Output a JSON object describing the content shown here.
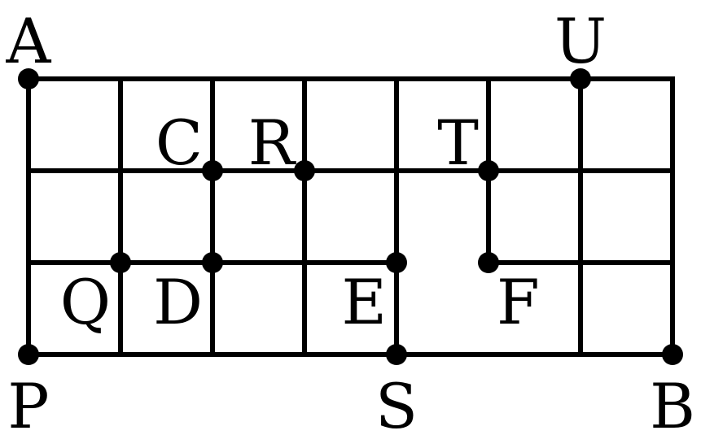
{
  "diagram": {
    "grid": {
      "cols": 7,
      "rows": 3
    },
    "segments": [
      {
        "from": [
          0,
          0
        ],
        "to": [
          7,
          0
        ]
      },
      {
        "from": [
          0,
          1
        ],
        "to": [
          7,
          1
        ]
      },
      {
        "from": [
          0,
          2
        ],
        "to": [
          4,
          2
        ]
      },
      {
        "from": [
          5,
          2
        ],
        "to": [
          7,
          2
        ]
      },
      {
        "from": [
          0,
          3
        ],
        "to": [
          7,
          3
        ]
      },
      {
        "from": [
          0,
          0
        ],
        "to": [
          0,
          3
        ]
      },
      {
        "from": [
          1,
          0
        ],
        "to": [
          1,
          3
        ]
      },
      {
        "from": [
          2,
          0
        ],
        "to": [
          2,
          3
        ]
      },
      {
        "from": [
          3,
          0
        ],
        "to": [
          3,
          3
        ]
      },
      {
        "from": [
          4,
          0
        ],
        "to": [
          4,
          3
        ]
      },
      {
        "from": [
          5,
          0
        ],
        "to": [
          5,
          2
        ]
      },
      {
        "from": [
          6,
          0
        ],
        "to": [
          6,
          3
        ]
      },
      {
        "from": [
          7,
          0
        ],
        "to": [
          7,
          3
        ]
      }
    ],
    "points": [
      {
        "label": "A",
        "at": [
          0,
          0
        ],
        "label_pos": "above"
      },
      {
        "label": "U",
        "at": [
          6,
          0
        ],
        "label_pos": "above"
      },
      {
        "label": "C",
        "at": [
          2,
          1
        ],
        "label_pos": "upper-left"
      },
      {
        "label": "R",
        "at": [
          3,
          1
        ],
        "label_pos": "upper-left"
      },
      {
        "label": "T",
        "at": [
          5,
          1
        ],
        "label_pos": "upper-left"
      },
      {
        "label": "Q",
        "at": [
          1,
          2
        ],
        "label_pos": "lower-left"
      },
      {
        "label": "D",
        "at": [
          2,
          2
        ],
        "label_pos": "lower-left"
      },
      {
        "label": "E",
        "at": [
          4,
          2
        ],
        "label_pos": "lower-left"
      },
      {
        "label": "F",
        "at": [
          5,
          2
        ],
        "label_pos": "lower-right"
      },
      {
        "label": "P",
        "at": [
          0,
          3
        ],
        "label_pos": "below"
      },
      {
        "label": "S",
        "at": [
          4,
          3
        ],
        "label_pos": "below"
      },
      {
        "label": "B",
        "at": [
          7,
          3
        ],
        "label_pos": "below"
      }
    ]
  }
}
